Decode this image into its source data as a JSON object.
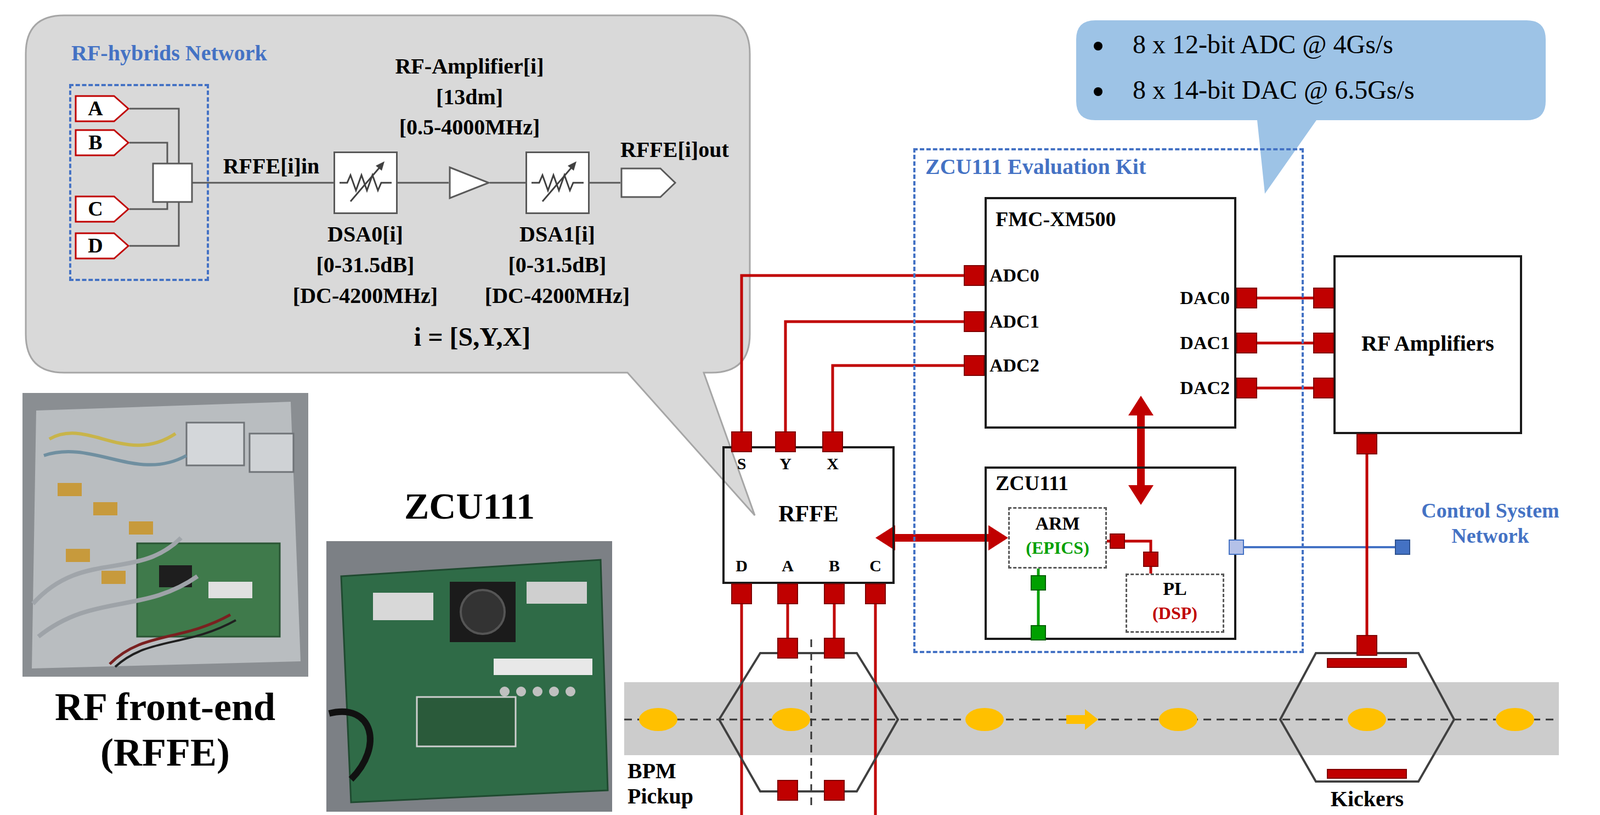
{
  "diagram": {
    "nodes": [
      {
        "text": [
          "RF-hybrids Network"
        ]
      },
      {
        "text": [
          "A"
        ],
        "in": 0
      },
      {
        "text": [
          "B"
        ],
        "in": 0
      },
      {
        "text": [
          "C"
        ],
        "in": 0
      },
      {
        "text": [
          "D"
        ],
        "in": 0
      },
      {
        "text": [
          "DSA0[i]",
          "[0-31.5dB]",
          "[DC-4200MHz]"
        ]
      },
      {
        "text": [
          "RF-Amplifier[i]",
          "[13dm]",
          "[0.5-4000MHz]"
        ]
      },
      {
        "text": [
          "DSA1[i]",
          "[0-31.5dB]",
          "[DC-4200MHz]"
        ]
      },
      {
        "text": [
          "RFFE[i]out"
        ]
      },
      {
        "text": [
          "8 x 12-bit ADC @ 4Gs/s",
          "8 x 14-bit DAC @ 6.5Gs/s"
        ]
      },
      {
        "text": [
          "ZCU111 Evaluation Kit"
        ]
      },
      {
        "text": [
          "FMC-XM500"
        ],
        "in": 10
      },
      {
        "text": [
          "ZCU111"
        ],
        "in": 10
      },
      {
        "text": [
          "ARM",
          "(EPICS)"
        ],
        "in": 12
      },
      {
        "text": [
          "PL",
          "(DSP)"
        ],
        "in": 12
      },
      {
        "text": [
          "RF Amplifiers"
        ]
      },
      {
        "text": [
          "RFFE"
        ]
      },
      {
        "text": [
          "BPM Pickup"
        ]
      },
      {
        "text": [
          "Kickers"
        ]
      }
    ],
    "edges": [
      {
        "from": 0,
        "to": 5,
        "arrow": "none",
        "label": "RFFE[i]in"
      },
      {
        "from": 5,
        "to": 6,
        "arrow": "none"
      },
      {
        "from": 6,
        "to": 7,
        "arrow": "none"
      },
      {
        "from": 7,
        "to": 8,
        "arrow": "none"
      },
      {
        "from": 16,
        "to": 11,
        "arrow": "none"
      },
      {
        "from": 16,
        "to": 11,
        "arrow": "none"
      },
      {
        "from": 16,
        "to": 11,
        "arrow": "none"
      },
      {
        "from": 11,
        "to": 15,
        "arrow": "none"
      },
      {
        "from": 11,
        "to": 15,
        "arrow": "none"
      },
      {
        "from": 11,
        "to": 15,
        "arrow": "none"
      },
      {
        "from": 11,
        "to": 12,
        "arrow": "both"
      },
      {
        "from": 16,
        "to": 13,
        "arrow": "both"
      },
      {
        "from": 13,
        "to": 14,
        "arrow": "none"
      },
      {
        "from": 15,
        "to": 18,
        "arrow": "none"
      },
      {
        "from": 16,
        "to": 17,
        "arrow": "none"
      },
      {
        "from": 16,
        "to": 17,
        "arrow": "none"
      },
      {
        "from": 16,
        "to": 17,
        "arrow": "none"
      },
      {
        "from": 16,
        "to": 17,
        "arrow": "none"
      }
    ],
    "labels": [
      "i = [S,Y,X]",
      "RF front-end (RFFE)",
      "ZCU111",
      "ADC0",
      "ADC1",
      "ADC2",
      "DAC0",
      "DAC1",
      "DAC2",
      "S",
      "Y",
      "X",
      "D",
      "A",
      "B",
      "C",
      "Control System Network"
    ]
  }
}
